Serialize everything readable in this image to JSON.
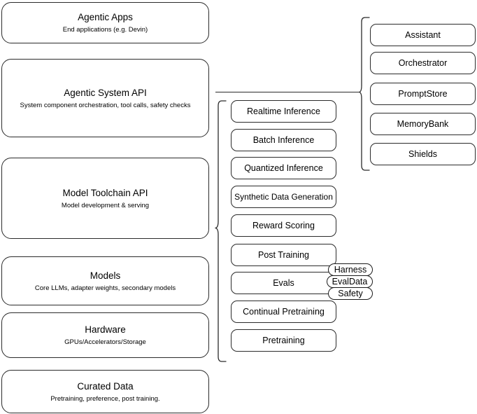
{
  "diagram": {
    "title": "AI stack layered architecture diagram",
    "stroke_color": "#2b2b2b",
    "background_color": "#ffffff",
    "layers": [
      {
        "name": "agentic-apps",
        "title": "Agentic Apps",
        "subtitle": "End applications (e.g. Devin)"
      },
      {
        "name": "agentic-system-api",
        "title": "Agentic System API",
        "subtitle": "System component orchestration, tool calls, safety checks"
      },
      {
        "name": "model-toolchain-api",
        "title": "Model Toolchain API",
        "subtitle": "Model development & serving"
      },
      {
        "name": "models",
        "title": "Models",
        "subtitle": "Core LLMs, adapter weights, secondary models"
      },
      {
        "name": "hardware",
        "title": "Hardware",
        "subtitle": "GPUs/Accelerators/Storage"
      },
      {
        "name": "curated-data",
        "title": "Curated Data",
        "subtitle": "Pretraining, preference, post training."
      }
    ],
    "toolchain_capabilities": [
      {
        "name": "realtime-inference",
        "label": "Realtime Inference"
      },
      {
        "name": "batch-inference",
        "label": "Batch Inference"
      },
      {
        "name": "quantized-inference",
        "label": "Quantized Inference"
      },
      {
        "name": "synthetic-data-generation",
        "label": "Synthetic Data Generation"
      },
      {
        "name": "reward-scoring",
        "label": "Reward Scoring"
      },
      {
        "name": "post-training",
        "label": "Post Training"
      },
      {
        "name": "evals",
        "label": "Evals"
      },
      {
        "name": "continual-pretraining",
        "label": "Continual Pretraining"
      },
      {
        "name": "pretraining",
        "label": "Pretraining"
      }
    ],
    "evals_subcomponents": [
      {
        "name": "harness",
        "label": "Harness"
      },
      {
        "name": "evaldata",
        "label": "EvalData"
      },
      {
        "name": "safety",
        "label": "Safety"
      }
    ],
    "agentic_system_components": [
      {
        "name": "assistant",
        "label": "Assistant"
      },
      {
        "name": "orchestrator",
        "label": "Orchestrator"
      },
      {
        "name": "promptstore",
        "label": "PromptStore"
      },
      {
        "name": "memorybank",
        "label": "MemoryBank"
      },
      {
        "name": "shields",
        "label": "Shields"
      }
    ]
  }
}
